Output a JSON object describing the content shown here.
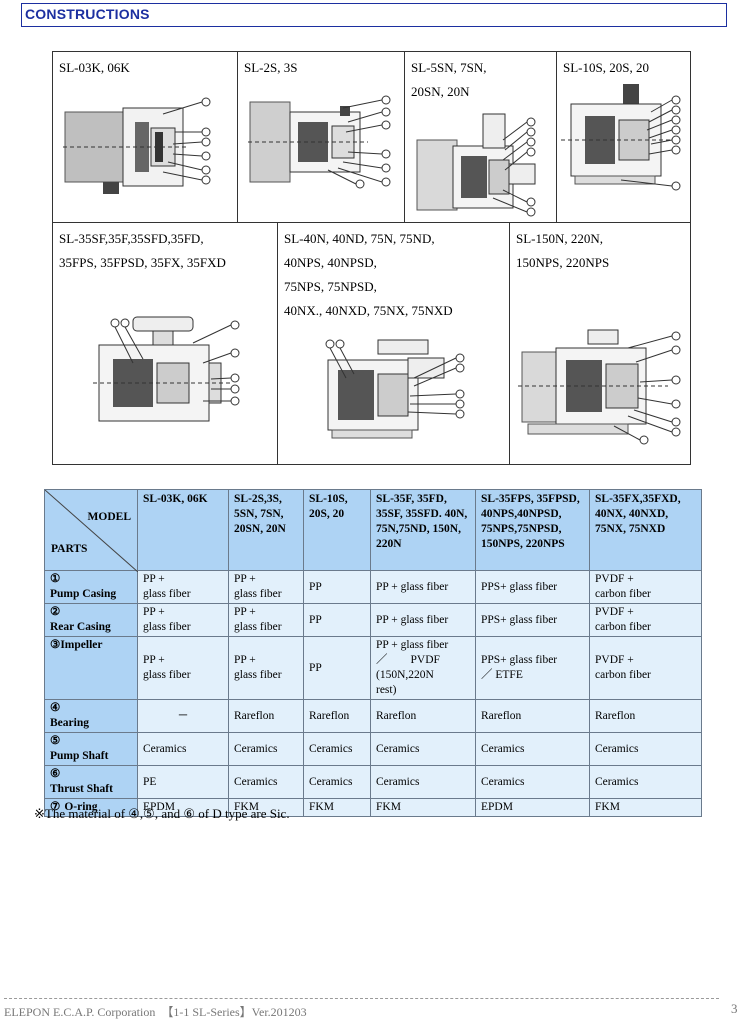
{
  "section_title": "CONSTRUCTIONS",
  "drawings": [
    {
      "caption": "SL-03K, 06K"
    },
    {
      "caption": "SL-2S, 3S"
    },
    {
      "caption": "SL-5SN, 7SN,\n20SN, 20N"
    },
    {
      "caption": "SL-10S, 20S, 20"
    },
    {
      "caption": "SL-35SF,35F,35SFD,35FD,\n35FPS, 35FPSD, 35FX, 35FXD"
    },
    {
      "caption": "SL-40N, 40ND, 75N, 75ND,\n40NPS, 40NPSD,\n75NPS, 75NPSD,\n40NX., 40NXD, 75NX, 75NXD"
    },
    {
      "caption": "SL-150N, 220N,\n150NPS, 220NPS"
    }
  ],
  "table": {
    "corner_model": "MODEL",
    "corner_parts": "PARTS",
    "headers": [
      "SL-03K, 06K",
      "SL-2S,3S, 5SN, 7SN, 20SN, 20N",
      "SL-10S, 20S, 20",
      "SL-35F, 35FD, 35SF, 35SFD. 40N, 75N,75ND, 150N, 220N",
      "SL-35FPS, 35FPSD, 40NPS,40NPSD, 75NPS,75NPSD, 150NPS, 220NPS",
      "SL-35FX,35FXD, 40NX, 40NXD, 75NX, 75NXD"
    ],
    "rows": [
      {
        "num": "①",
        "name": "Pump Casing",
        "cells": [
          "PP +\n glass fiber",
          "PP +\nglass fiber",
          "PP",
          "PP + glass fiber",
          "PPS+ glass fiber",
          "PVDF +\ncarbon fiber"
        ]
      },
      {
        "num": "②",
        "name": "Rear Casing",
        "cells": [
          "PP +\nglass fiber",
          "PP +\nglass fiber",
          "PP",
          "PP + glass fiber",
          "PPS+ glass fiber",
          "PVDF +\ncarbon fiber"
        ]
      },
      {
        "num": "③",
        "name": "Impeller",
        "cells": [
          "PP +\nglass fiber",
          "PP +\nglass fiber",
          "PP",
          "PP + glass fiber\n／　　PVDF\n(150N,220N\nrest)",
          "PPS+ glass fiber\n／ ETFE",
          "PVDF +\ncarbon fiber"
        ]
      },
      {
        "num": "④",
        "name": "Bearing",
        "cells": [
          "－",
          "Rareflon",
          "Rareflon",
          "Rareflon",
          "Rareflon",
          "Rareflon"
        ]
      },
      {
        "num": "⑤",
        "name": "Pump Shaft",
        "cells": [
          "Ceramics",
          "Ceramics",
          "Ceramics",
          "Ceramics",
          "Ceramics",
          "Ceramics"
        ]
      },
      {
        "num": "⑥",
        "name": "Thrust Shaft",
        "cells": [
          "PE",
          "Ceramics",
          "Ceramics",
          "Ceramics",
          "Ceramics",
          "Ceramics"
        ]
      },
      {
        "num": "⑦",
        "name": "O-ring",
        "cells": [
          "EPDM",
          "FKM",
          "FKM",
          "FKM",
          "EPDM",
          "FKM"
        ]
      }
    ]
  },
  "note": "※The material of ④,⑤, and ⑥ of D type are Sic.",
  "footer": "ELEPON E.C.A.P. Corporation　【1-1 SL-Series】Ver.201203",
  "page_number": "3"
}
